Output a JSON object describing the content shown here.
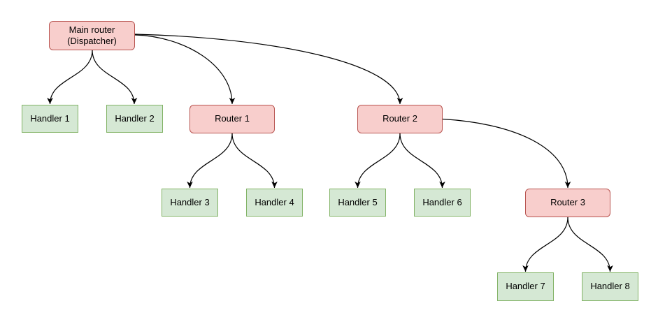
{
  "diagram": {
    "kind": "router-dispatch-tree",
    "colors": {
      "router_fill": "#f8cecc",
      "router_border": "#b85450",
      "handler_fill": "#d5e8d4",
      "handler_border": "#82b366",
      "edge": "#000000",
      "text": "#000000",
      "background": "#ffffff"
    },
    "nodes": {
      "main_router": {
        "label": "Main router\n(Dispatcher)",
        "kind": "router"
      },
      "handler1": {
        "label": "Handler 1",
        "kind": "handler"
      },
      "handler2": {
        "label": "Handler 2",
        "kind": "handler"
      },
      "router1": {
        "label": "Router 1",
        "kind": "router"
      },
      "router2": {
        "label": "Router 2",
        "kind": "router"
      },
      "handler3": {
        "label": "Handler 3",
        "kind": "handler"
      },
      "handler4": {
        "label": "Handler 4",
        "kind": "handler"
      },
      "handler5": {
        "label": "Handler 5",
        "kind": "handler"
      },
      "handler6": {
        "label": "Handler 6",
        "kind": "handler"
      },
      "router3": {
        "label": "Router 3",
        "kind": "router"
      },
      "handler7": {
        "label": "Handler 7",
        "kind": "handler"
      },
      "handler8": {
        "label": "Handler 8",
        "kind": "handler"
      }
    },
    "edges": [
      {
        "from": "main_router",
        "to": "handler1"
      },
      {
        "from": "main_router",
        "to": "handler2"
      },
      {
        "from": "main_router",
        "to": "router1"
      },
      {
        "from": "main_router",
        "to": "router2"
      },
      {
        "from": "router1",
        "to": "handler3"
      },
      {
        "from": "router1",
        "to": "handler4"
      },
      {
        "from": "router2",
        "to": "handler5"
      },
      {
        "from": "router2",
        "to": "handler6"
      },
      {
        "from": "router2",
        "to": "router3"
      },
      {
        "from": "router3",
        "to": "handler7"
      },
      {
        "from": "router3",
        "to": "handler8"
      }
    ]
  }
}
